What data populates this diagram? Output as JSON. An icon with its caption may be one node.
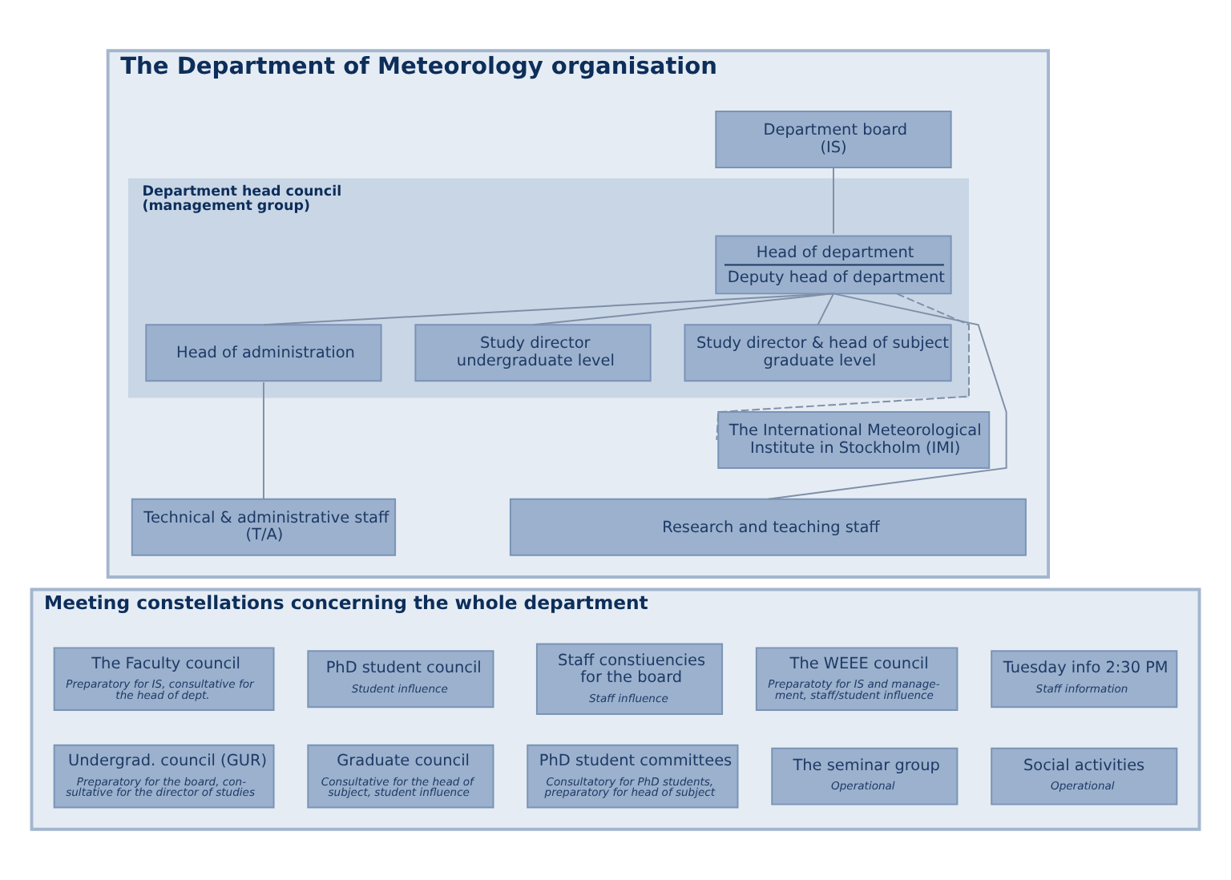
{
  "diagram": {
    "nodes": [
      {
        "text": [
          "The Department of Meteorology organisation"
        ]
      },
      {
        "text": [
          "Department board (IS)"
        ],
        "in": 0
      },
      {
        "text": [
          "Department head council (management group)"
        ],
        "in": 0
      },
      {
        "text": [
          "Head of department",
          "Deputy head of department"
        ],
        "in": 2
      },
      {
        "text": [
          "Head of administration"
        ],
        "in": 2
      },
      {
        "text": [
          "Study director undergraduate level"
        ],
        "in": 2
      },
      {
        "text": [
          "Study director & head of subject graduate level"
        ],
        "in": 2
      },
      {
        "text": [
          "The International Meteorological Institute in Stockholm (IMI)"
        ],
        "in": 0
      },
      {
        "text": [
          "Technical & administrative staff (T/A)"
        ],
        "in": 0
      },
      {
        "text": [
          "Research and teaching staff"
        ],
        "in": 0
      },
      {
        "text": [
          "Meeting constellations concerning the whole department"
        ]
      },
      {
        "text": [
          "The Faculty council",
          "Preparatory for IS, consultative for the head of dept."
        ],
        "in": 10
      },
      {
        "text": [
          "PhD student council",
          "Student influence"
        ],
        "in": 10
      },
      {
        "text": [
          "Staff constiuencies for the board",
          "Staff influence"
        ],
        "in": 10
      },
      {
        "text": [
          "The WEEE council",
          "Preparatoty for IS and manage- ment, staff/student influence"
        ],
        "in": 10
      },
      {
        "text": [
          "Tuesday info 2:30 PM",
          "Staff information"
        ],
        "in": 10
      },
      {
        "text": [
          "Undergrad. council (GUR)",
          "Preparatory for the board, con- sultative for the director of studies"
        ],
        "in": 10
      },
      {
        "text": [
          "Graduate council",
          "Consultative for the head of subject, student influence"
        ],
        "in": 10
      },
      {
        "text": [
          "PhD student committees",
          "Consultatory for PhD students, preparatory for head of subject"
        ],
        "in": 10
      },
      {
        "text": [
          "The seminar group",
          "Operational"
        ],
        "in": 10
      },
      {
        "text": [
          "Social activities",
          "Operational"
        ],
        "in": 10
      }
    ],
    "edges": [
      {
        "from": 1,
        "to": 3,
        "arrow": "none"
      },
      {
        "from": 3,
        "to": 4,
        "arrow": "none"
      },
      {
        "from": 3,
        "to": 5,
        "arrow": "none"
      },
      {
        "from": 3,
        "to": 6,
        "arrow": "none"
      },
      {
        "from": 3,
        "to": 7,
        "arrow": "none",
        "style": "dashed"
      },
      {
        "from": 3,
        "to": 9,
        "arrow": "none"
      },
      {
        "from": 4,
        "to": 8,
        "arrow": "none"
      }
    ]
  }
}
